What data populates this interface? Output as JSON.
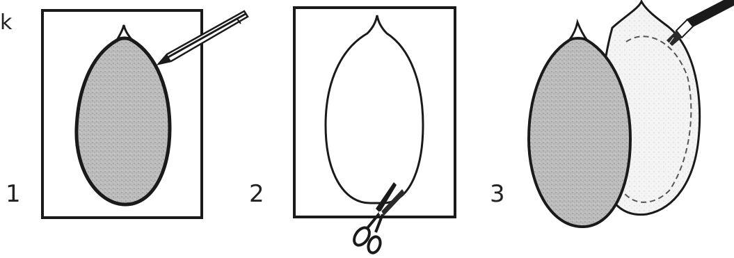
{
  "steps": [
    {
      "number": "1",
      "tool": "pencil-icon"
    },
    {
      "number": "2",
      "tool": "scissors-icon"
    },
    {
      "number": "3",
      "tool": "brush-icon"
    }
  ],
  "edge_text": "k",
  "colors": {
    "ink": "#1a1a1a",
    "fill": "#b9b9b9",
    "fabric": "#f2f2f2",
    "background": "#ffffff"
  }
}
